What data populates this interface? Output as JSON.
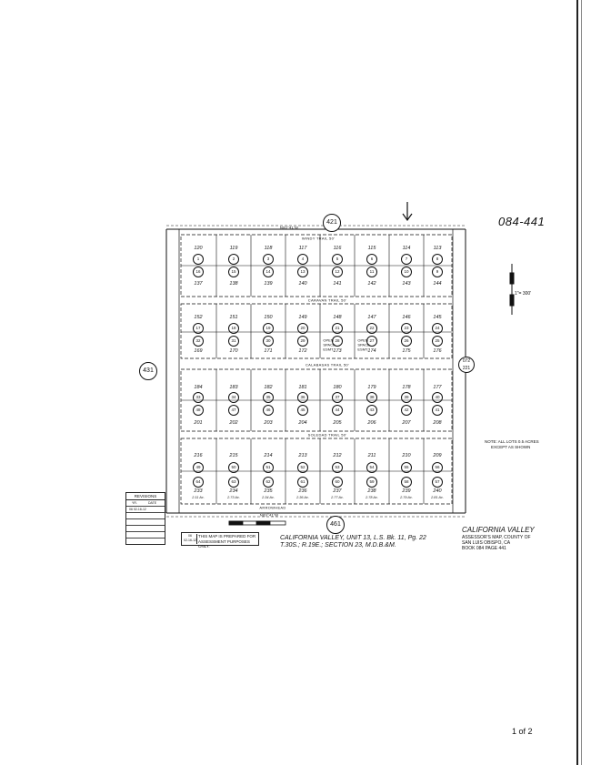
{
  "header": {
    "book_number": "084-441"
  },
  "map_title": {
    "line1": "CALIFORNIA VALLEY, UNIT 13, L.S. Bk. 11, Pg. 22",
    "line2": "T.30S.; R.19E.; SECTION 23, M.D.B.&M."
  },
  "assessor_block": {
    "title": "CALIFORNIA VALLEY",
    "line1": "ASSESSOR'S MAP, COUNTY OF",
    "line2": "SAN LUIS OBISPO, CA",
    "line3": "BOOK 084 PAGE 441"
  },
  "note": {
    "line1": "NOTE: ALL LOTS 0.5 ACRES",
    "line2": "EXCEPT AS SHOWN"
  },
  "scale": {
    "label": "1\"= 300'"
  },
  "page_footer": {
    "page": "1 of 2"
  },
  "revisions": {
    "title": "REVISIONS",
    "cols": [
      "YR.",
      "DATE"
    ],
    "rows": [
      "06   02-16-12"
    ]
  },
  "stamp": {
    "left_top": "06",
    "left_bottom": "02-16-12",
    "line1": "THIS MAP IS PREPARED FOR",
    "line2": "ASSESSMENT PURPOSES ONLY."
  },
  "adjacent_maps": {
    "top": "421",
    "left": "431",
    "right_top": "072",
    "right_bottom": "221",
    "bottom": "461"
  },
  "roads": {
    "top": "WINDY  TRAIL  50'",
    "top_edge": "N00°41'W",
    "road2": "CARAVAN        TRAIL  50'",
    "road3": "CALABASAS        TRAIL  50'",
    "road4": "SOLEDAD        TRAIL  50'",
    "road5": "ARROWHEAD",
    "bottom_edge": "N89°41'W"
  },
  "open_space": {
    "a": [
      "OPEN",
      "SPACE",
      "ESMT."
    ],
    "b": [
      "OPEN",
      "SPACE",
      "ESMT."
    ]
  },
  "parcels": {
    "row1": [
      "120",
      "119",
      "118",
      "117",
      "116",
      "115",
      "114",
      "113"
    ],
    "row1_circ": [
      "1",
      "2",
      "3",
      "4",
      "5",
      "6",
      "7",
      "8"
    ],
    "row2_circ": [
      "16",
      "15",
      "14",
      "13",
      "12",
      "11",
      "10",
      "9"
    ],
    "row2": [
      "137",
      "138",
      "139",
      "140",
      "141",
      "142",
      "143",
      "144"
    ],
    "row3": [
      "152",
      "151",
      "150",
      "149",
      "148",
      "147",
      "146",
      "145"
    ],
    "row3_circ": [
      "17",
      "18",
      "19",
      "20",
      "21",
      "22",
      "23",
      "24"
    ],
    "row4_circ": [
      "32",
      "31",
      "30",
      "29",
      "28",
      "27",
      "26",
      "25"
    ],
    "row4": [
      "169",
      "170",
      "171",
      "172",
      "173",
      "174",
      "175",
      "176"
    ],
    "row5": [
      "184",
      "183",
      "182",
      "181",
      "180",
      "179",
      "178",
      "177"
    ],
    "row5_circ": [
      "33",
      "34",
      "35",
      "36",
      "37",
      "38",
      "39",
      "40"
    ],
    "row6_circ": [
      "48",
      "47",
      "46",
      "45",
      "44",
      "43",
      "42",
      "41"
    ],
    "row6": [
      "201",
      "202",
      "203",
      "204",
      "205",
      "206",
      "207",
      "208"
    ],
    "row7": [
      "216",
      "215",
      "214",
      "213",
      "212",
      "211",
      "210",
      "209"
    ],
    "row7_circ": [
      "49",
      "50",
      "51",
      "52",
      "53",
      "54",
      "55",
      "56"
    ],
    "row8_circ": [
      "64",
      "63",
      "62",
      "61",
      "60",
      "59",
      "58",
      "57"
    ],
    "row8": [
      "233",
      "234",
      "235",
      "236",
      "237",
      "238",
      "239",
      "240"
    ],
    "row8_acres": [
      "2.11 Ac.",
      "2.73 Ac.",
      "2.34 Ac.",
      "2.36 Ac.",
      "2.77 Ac.",
      "2.78 Ac.",
      "2.79 Ac.",
      "2.81 Ac."
    ]
  }
}
